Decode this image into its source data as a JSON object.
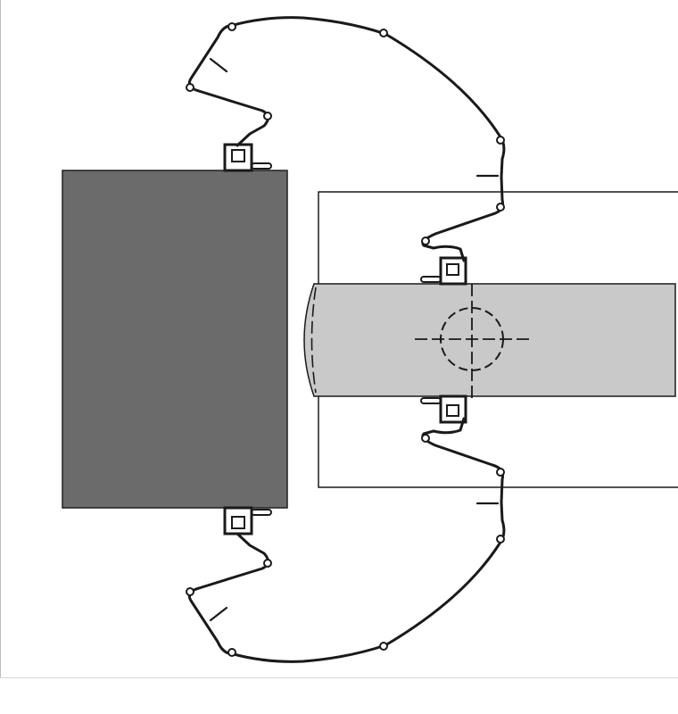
{
  "diagram": {
    "colors": {
      "background": "#ffffff",
      "block_fill": "#6b6b6b",
      "block_stroke": "#1f1f1f",
      "bar_fill": "#c9c9c9",
      "line": "#1a1a1a",
      "seal": "#1a1a1a"
    },
    "elements": [
      "dark-rectangular-block",
      "outline-rectangle",
      "grey-bar",
      "dashed-center-circle",
      "dashed-crosshair",
      "curved-clip-profile-top",
      "curved-clip-profile-bottom",
      "seal-fittings"
    ]
  }
}
